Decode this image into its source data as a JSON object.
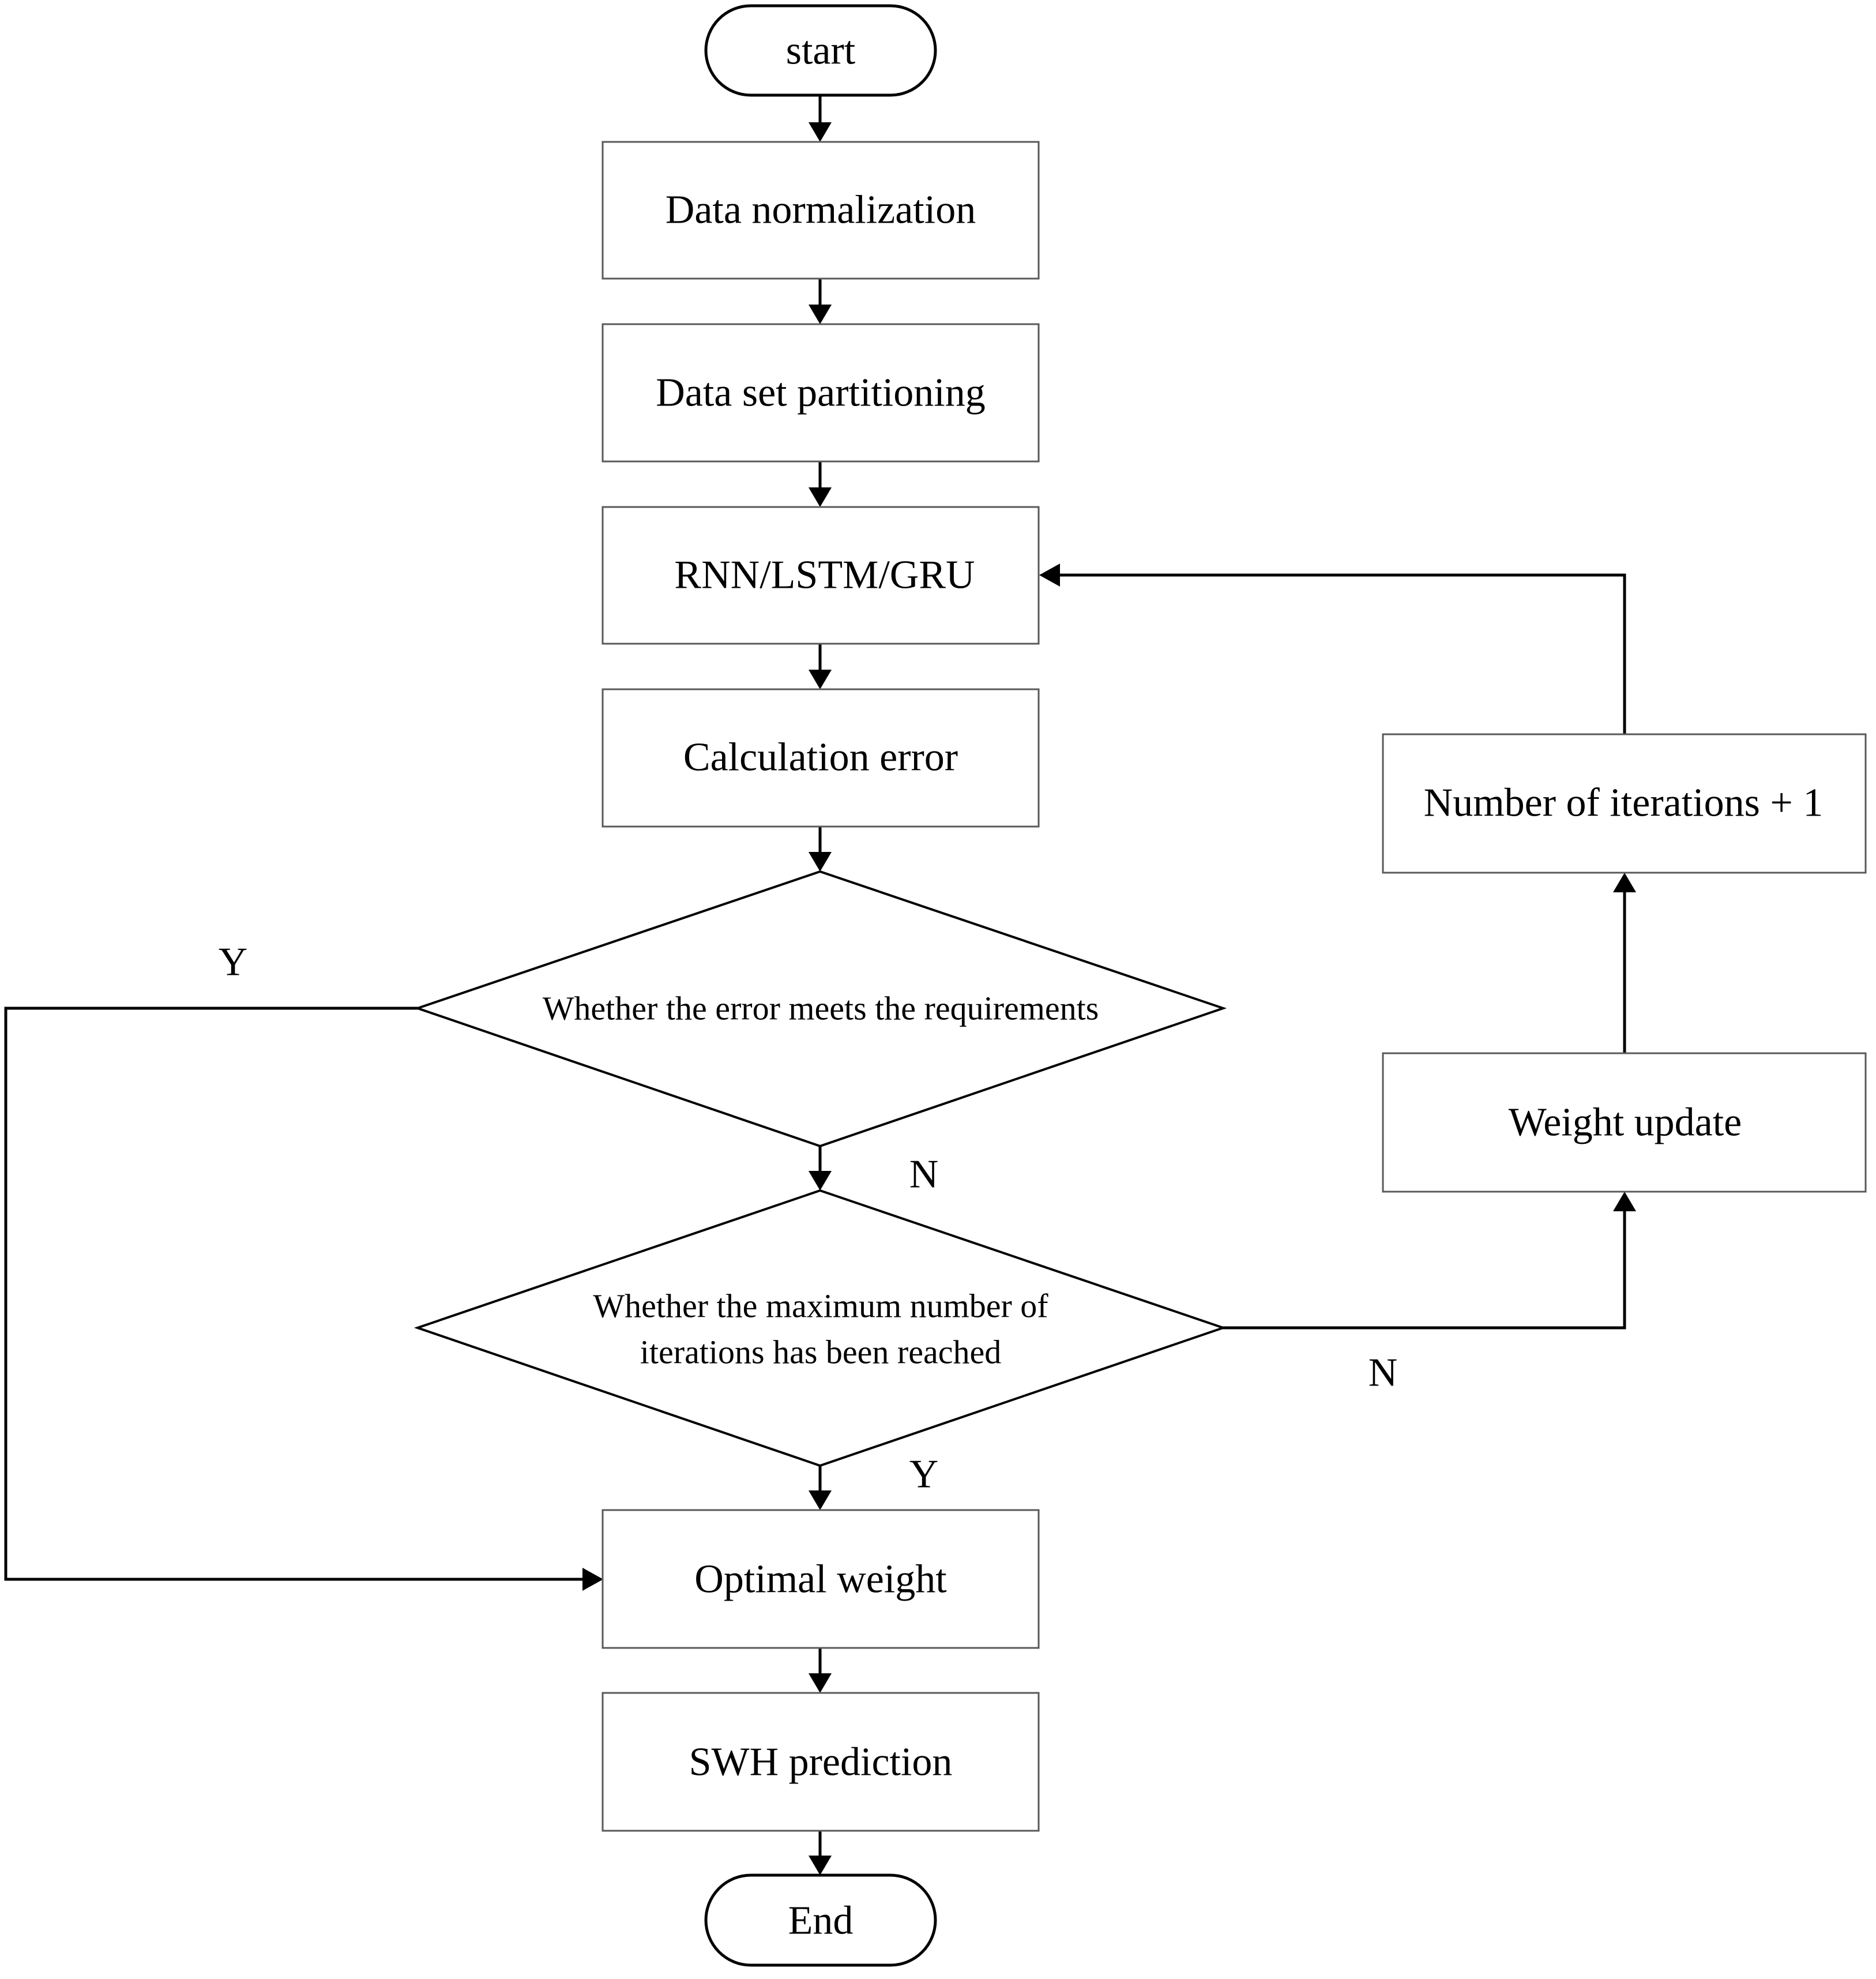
{
  "flowchart": {
    "start": "start",
    "data_normalization": "Data normalization",
    "data_set_partitioning": "Data set partitioning",
    "model": "RNN/LSTM/GRU",
    "calculation_error": "Calculation error",
    "error_check": "Whether the error meets the requirements",
    "max_iter_check_line1": "Whether the maximum number of",
    "max_iter_check_line2": "iterations has been reached",
    "optimal_weight": "Optimal weight",
    "swh_prediction": "SWH prediction",
    "end": "End",
    "weight_update": "Weight update",
    "iteration_increment": "Number of iterations + 1",
    "branches": {
      "error_yes": "Y",
      "error_no": "N",
      "max_iter_yes": "Y",
      "max_iter_no": "N"
    }
  }
}
